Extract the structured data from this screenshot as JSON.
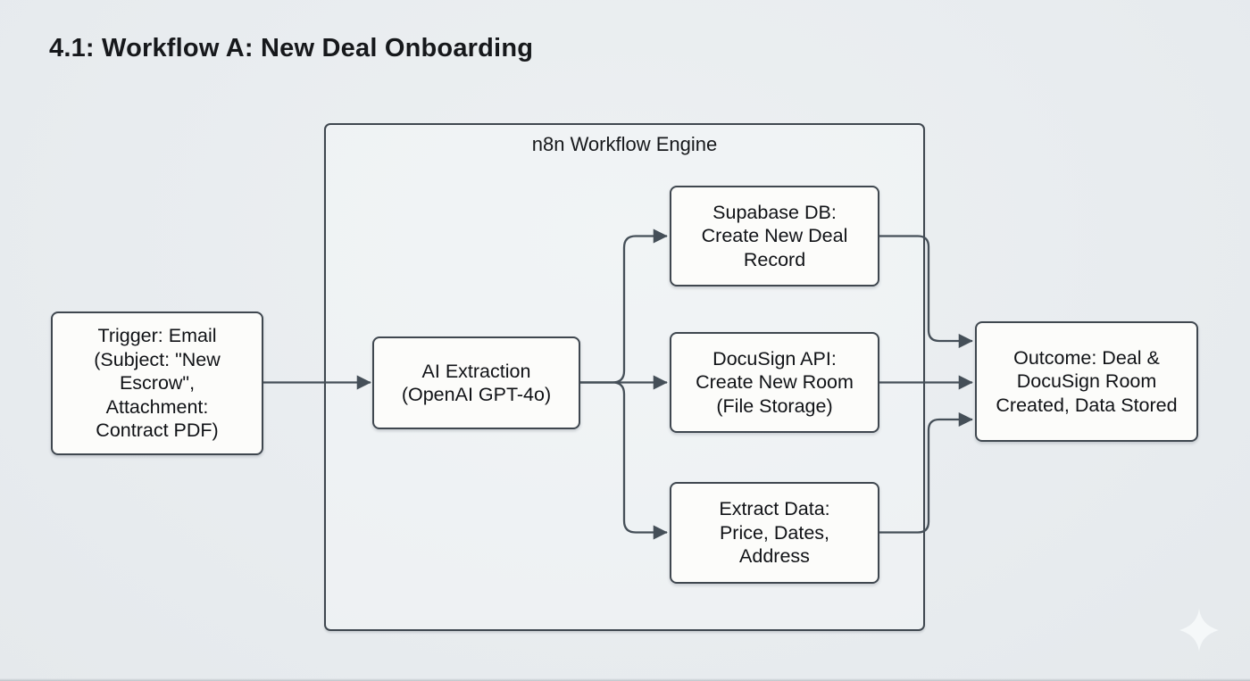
{
  "title": "4.1: Workflow A: New Deal Onboarding",
  "diagram": {
    "container": {
      "label": "n8n Workflow Engine"
    },
    "nodes": [
      {
        "id": "trigger-email",
        "label": "Trigger: Email\n(Subject: \"New\nEscrow\",\nAttachment:\nContract PDF)"
      },
      {
        "id": "ai-extraction",
        "label": "AI Extraction\n(OpenAI GPT-4o)"
      },
      {
        "id": "supabase-db",
        "label": "Supabase DB:\nCreate New Deal\nRecord"
      },
      {
        "id": "docusign-api",
        "label": "DocuSign API:\nCreate New Room\n(File Storage)"
      },
      {
        "id": "extract-data",
        "label": "Extract Data:\nPrice, Dates,\nAddress"
      },
      {
        "id": "outcome",
        "label": "Outcome: Deal &\nDocuSign Room\nCreated, Data Stored"
      }
    ],
    "connections": [
      {
        "from": "trigger-email",
        "to": "ai-extraction"
      },
      {
        "from": "ai-extraction",
        "to": "supabase-db"
      },
      {
        "from": "ai-extraction",
        "to": "docusign-api"
      },
      {
        "from": "ai-extraction",
        "to": "extract-data"
      },
      {
        "from": "supabase-db",
        "to": "outcome"
      },
      {
        "from": "docusign-api",
        "to": "outcome"
      },
      {
        "from": "extract-data",
        "to": "outcome"
      }
    ],
    "colors": {
      "background": "#e9edf0",
      "node_fill": "#fcfcfa",
      "border": "#3f474f",
      "connector": "#454f58",
      "text": "#101216"
    },
    "icons": {
      "sparkle": "sparkle-icon"
    }
  }
}
